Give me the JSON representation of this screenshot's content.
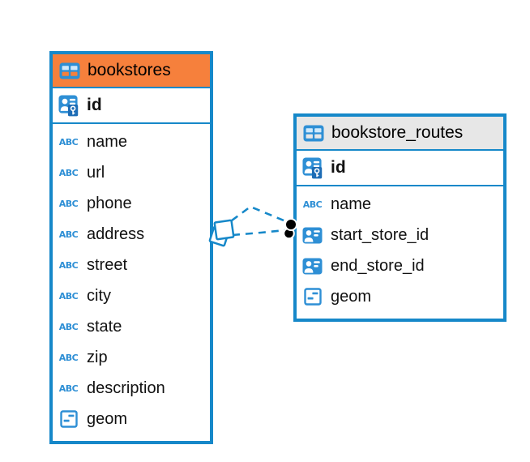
{
  "colors": {
    "accent_blue": "#1688c9",
    "icon_blue": "#2e8fd5",
    "key_overlay_blue": "#1d6cb5",
    "bookstores_header": "#f6803c",
    "routes_header": "#e7e7e7",
    "text": "#111111"
  },
  "icons": {
    "abc_label": "ABC"
  },
  "tables": {
    "bookstores": {
      "title": "bookstores",
      "pk": {
        "name": "id"
      },
      "fields": [
        {
          "name": "name"
        },
        {
          "name": "url"
        },
        {
          "name": "phone"
        },
        {
          "name": "address"
        },
        {
          "name": "street"
        },
        {
          "name": "city"
        },
        {
          "name": "state"
        },
        {
          "name": "zip"
        },
        {
          "name": "description"
        },
        {
          "name": "geom"
        }
      ]
    },
    "bookstore_routes": {
      "title": "bookstore_routes",
      "pk": {
        "name": "id"
      },
      "fields": [
        {
          "name": "name"
        },
        {
          "name": "start_store_id"
        },
        {
          "name": "end_store_id"
        },
        {
          "name": "geom"
        }
      ]
    }
  },
  "relationship": {
    "style": "dashed",
    "line_count": 2,
    "source_table": "bookstores",
    "target_table": "bookstore_routes",
    "source_marker": "overlapping-diamonds",
    "target_marker": "filled-dots"
  }
}
